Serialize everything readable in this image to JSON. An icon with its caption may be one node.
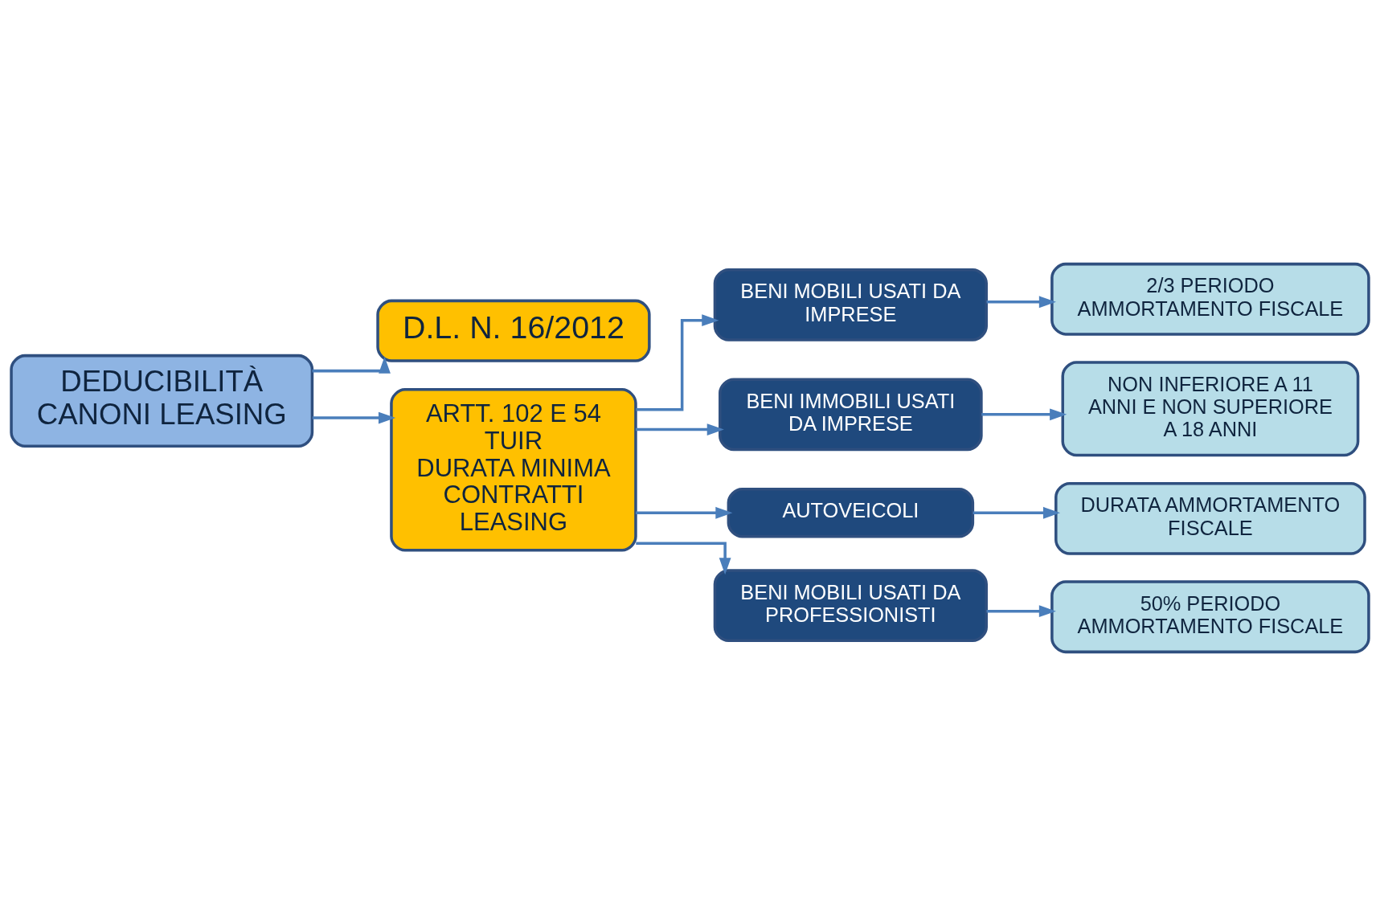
{
  "diagram": {
    "nodes": [
      {
        "text": [
          "DEDUCIBILITÀ CANONI LEASING"
        ]
      },
      {
        "text": [
          "D.L. N. 16/2012"
        ]
      },
      {
        "text": [
          "ARTT. 102 E 54 TUIR",
          "DURATA MINIMA CONTRATTI LEASING"
        ]
      },
      {
        "text": [
          "BENI MOBILI USATI DA IMPRESE"
        ]
      },
      {
        "text": [
          "BENI IMMOBILI USATI DA IMPRESE"
        ]
      },
      {
        "text": [
          "AUTOVEICOLI"
        ]
      },
      {
        "text": [
          "BENI MOBILI USATI DA PROFESSIONISTI"
        ]
      },
      {
        "text": [
          "2/3 PERIODO AMMORTAMENTO FISCALE"
        ]
      },
      {
        "text": [
          "NON INFERIORE A 11 ANNI E NON SUPERIORE A 18 ANNI"
        ]
      },
      {
        "text": [
          "DURATA AMMORTAMENTO FISCALE"
        ]
      },
      {
        "text": [
          "50% PERIODO AMMORTAMENTO FISCALE"
        ]
      }
    ],
    "edges": [
      {
        "from": 0,
        "to": 1,
        "arrow": "to"
      },
      {
        "from": 0,
        "to": 2,
        "arrow": "to"
      },
      {
        "from": 2,
        "to": 3,
        "arrow": "to"
      },
      {
        "from": 2,
        "to": 4,
        "arrow": "to"
      },
      {
        "from": 2,
        "to": 5,
        "arrow": "to"
      },
      {
        "from": 2,
        "to": 6,
        "arrow": "to"
      },
      {
        "from": 3,
        "to": 7,
        "arrow": "to"
      },
      {
        "from": 4,
        "to": 8,
        "arrow": "to"
      },
      {
        "from": 5,
        "to": 9,
        "arrow": "to"
      },
      {
        "from": 6,
        "to": 10,
        "arrow": "to"
      }
    ]
  }
}
